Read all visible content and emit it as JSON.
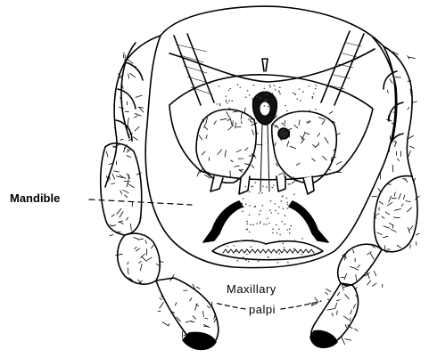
{
  "labels": {
    "mandible": "Mandible",
    "maxillary": "Maxillary",
    "palpi": "palpi"
  },
  "colors": {
    "ink": "#000000",
    "paper": "#ffffff",
    "stipple": "#444444"
  }
}
